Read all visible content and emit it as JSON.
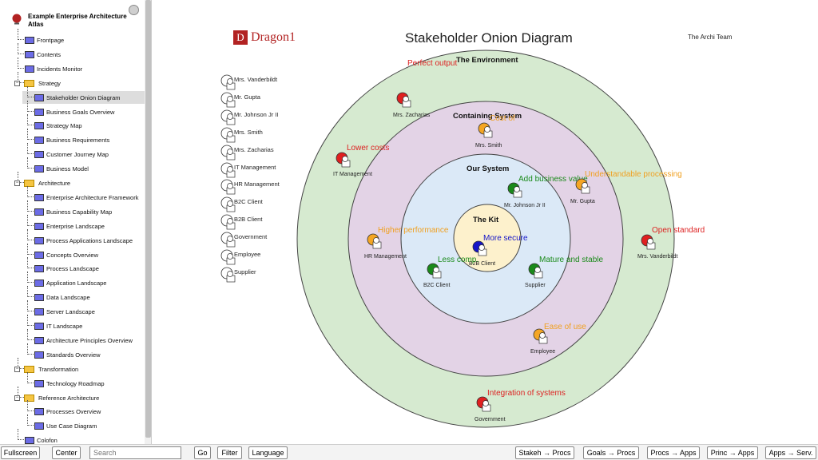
{
  "sidebar": {
    "root_label": "Example Enterprise Architecture Atlas",
    "items": [
      {
        "label": "Frontpage",
        "type": "node",
        "level": 1
      },
      {
        "label": "Contents",
        "type": "node",
        "level": 1
      },
      {
        "label": "Incidents Monitor",
        "type": "node",
        "level": 1
      },
      {
        "label": "Strategy",
        "type": "folder",
        "level": 1
      },
      {
        "label": "Stakeholder Onion Diagram",
        "type": "node",
        "level": 2,
        "selected": true
      },
      {
        "label": "Business Goals Overview",
        "type": "node",
        "level": 2
      },
      {
        "label": "Strategy Map",
        "type": "node",
        "level": 2
      },
      {
        "label": "Business Requirements",
        "type": "node",
        "level": 2
      },
      {
        "label": "Customer Journey Map",
        "type": "node",
        "level": 2
      },
      {
        "label": "Business Model",
        "type": "node",
        "level": 2
      },
      {
        "label": "Architecture",
        "type": "folder",
        "level": 1
      },
      {
        "label": "Enterprise Architecture Framework",
        "type": "node",
        "level": 2
      },
      {
        "label": "Business Capability Map",
        "type": "node",
        "level": 2
      },
      {
        "label": "Enterprise Landscape",
        "type": "node",
        "level": 2
      },
      {
        "label": "Process Applications Landscape",
        "type": "node",
        "level": 2
      },
      {
        "label": "Concepts Overview",
        "type": "node",
        "level": 2
      },
      {
        "label": "Process Landscape",
        "type": "node",
        "level": 2
      },
      {
        "label": "Application Landscape",
        "type": "node",
        "level": 2
      },
      {
        "label": "Data Landscape",
        "type": "node",
        "level": 2
      },
      {
        "label": "Server Landscape",
        "type": "node",
        "level": 2
      },
      {
        "label": "IT Landscape",
        "type": "node",
        "level": 2
      },
      {
        "label": "Architecture Principles Overview",
        "type": "node",
        "level": 2
      },
      {
        "label": "Standards Overview",
        "type": "node",
        "level": 2
      },
      {
        "label": "Transformation",
        "type": "folder",
        "level": 1
      },
      {
        "label": "Technology Roadmap",
        "type": "node",
        "level": 2
      },
      {
        "label": "Reference Architecture",
        "type": "folder",
        "level": 1
      },
      {
        "label": "Processes Overview",
        "type": "node",
        "level": 2
      },
      {
        "label": "Use Case Diagram",
        "type": "node",
        "level": 2
      },
      {
        "label": "Colofon",
        "type": "node",
        "level": 1
      }
    ]
  },
  "bottombar": {
    "fullscreen": "Fullscreen",
    "center": "Center",
    "search_placeholder": "Search",
    "go": "Go",
    "filter": "Filter",
    "language": "Language",
    "views": [
      "Stakeh → Procs",
      "Goals → Procs",
      "Procs → Apps",
      "Princ → Apps",
      "Apps → Serv."
    ]
  },
  "diagram": {
    "title": "Stakeholder Onion Diagram",
    "brand_letter": "D",
    "brand_name": "Dragon1",
    "team": "The Archi Team",
    "rings": [
      "The Environment",
      "Containing System",
      "Our System",
      "The Kit"
    ],
    "legend": [
      "Mrs. Vanderbildt",
      "Mr. Gupta",
      "Mr. Johnson Jr II",
      "Mrs. Smith",
      "Mrs. Zacharias",
      "IT Management",
      "HR Management",
      "B2C Client",
      "B2B Client",
      "Government",
      "Employee",
      "Supplier"
    ],
    "stakeholders": [
      {
        "name": "Mrs. Zacharias",
        "concern": "Perfect output",
        "color": "#e02020",
        "concern_color": "#d22"
      },
      {
        "name": "Mrs. Smith",
        "concern": "Cost of",
        "color": "#f5a623",
        "concern_color": "#f0a020"
      },
      {
        "name": "IT Management",
        "concern": "Lower costs",
        "color": "#e02020",
        "concern_color": "#d22"
      },
      {
        "name": "Mr. Johnson Jr II",
        "concern": "Add business value",
        "color": "#1a8a1a",
        "concern_color": "#1a8a1a"
      },
      {
        "name": "Mr. Gupta",
        "concern": "Understandable processing",
        "color": "#f5a623",
        "concern_color": "#f0a020"
      },
      {
        "name": "Mrs. Vanderbildt",
        "concern": "Open standard",
        "color": "#e02020",
        "concern_color": "#d22"
      },
      {
        "name": "HR Management",
        "concern": "Higher performance",
        "color": "#f5a623",
        "concern_color": "#f0a020"
      },
      {
        "name": "B2B Client",
        "concern": "More secure",
        "color": "#1515c8",
        "concern_color": "#1515c8"
      },
      {
        "name": "B2C Client",
        "concern": "Less comp.",
        "color": "#1a8a1a",
        "concern_color": "#1a8a1a"
      },
      {
        "name": "Supplier",
        "concern": "Mature and stable",
        "color": "#1a8a1a",
        "concern_color": "#1a8a1a"
      },
      {
        "name": "Employee",
        "concern": "Ease of use",
        "color": "#f5a623",
        "concern_color": "#f0a020"
      },
      {
        "name": "Government",
        "concern": "Integration of systems",
        "color": "#e02020",
        "concern_color": "#d22"
      }
    ],
    "ring_colors": [
      "#d6ead0",
      "#e3d3e6",
      "#dbe9f7",
      "#fdf1cc"
    ],
    "icon": "stakeholder-person-icon"
  }
}
